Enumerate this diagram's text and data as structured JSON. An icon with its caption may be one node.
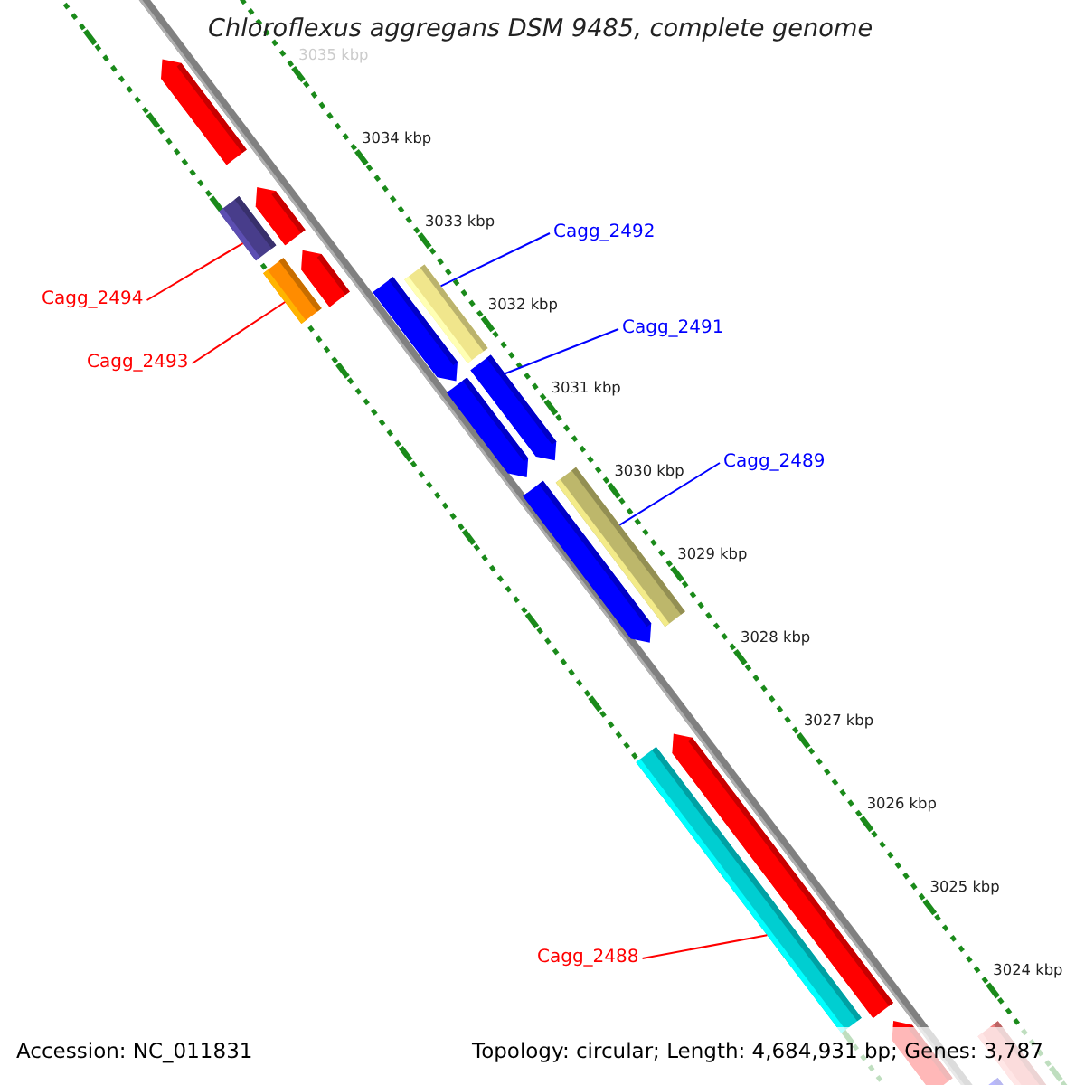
{
  "diagram": {
    "title": "Chloroflexus aggregans DSM 9485, complete genome",
    "nodes": [
      {
        "text": [
          "Cagg_2492"
        ]
      },
      {
        "text": [
          "Cagg_2494"
        ]
      },
      {
        "text": [
          "Cagg_2491"
        ]
      },
      {
        "text": [
          "Cagg_2493"
        ]
      },
      {
        "text": [
          "Cagg_2489"
        ]
      },
      {
        "text": [
          "Cagg_2488"
        ]
      },
      {
        "text": [],
        "shape": "bar"
      },
      {
        "text": [],
        "shape": "bar"
      },
      {
        "text": [],
        "shape": "bar"
      },
      {
        "text": [],
        "shape": "arrow"
      },
      {
        "text": [],
        "shape": "bar"
      },
      {
        "text": [],
        "shape": "bar"
      }
    ],
    "edges": [
      {
        "from": 0,
        "to": 8,
        "arrow": "none",
        "color": "#0000ff"
      },
      {
        "from": 1,
        "to": 6,
        "arrow": "none",
        "color": "#ff0000"
      },
      {
        "from": 2,
        "to": 9,
        "arrow": "none",
        "color": "#0000ff"
      },
      {
        "from": 3,
        "to": 7,
        "arrow": "none",
        "color": "#ff0000"
      },
      {
        "from": 4,
        "to": 10,
        "arrow": "none",
        "color": "#0000ff"
      },
      {
        "from": 5,
        "to": 11,
        "arrow": "none",
        "color": "#ff0000"
      }
    ],
    "labels": [
      "3035 kbp",
      "3034 kbp",
      "3033 kbp",
      "3032 kbp",
      "3031 kbp",
      "3030 kbp",
      "3029 kbp",
      "3028 kbp",
      "3027 kbp",
      "3026 kbp",
      "3025 kbp",
      "3024 kbp",
      "Accession: NC_011831",
      "Topology: circular; Length: 4,684,931 bp; Genes: 3,787"
    ]
  }
}
